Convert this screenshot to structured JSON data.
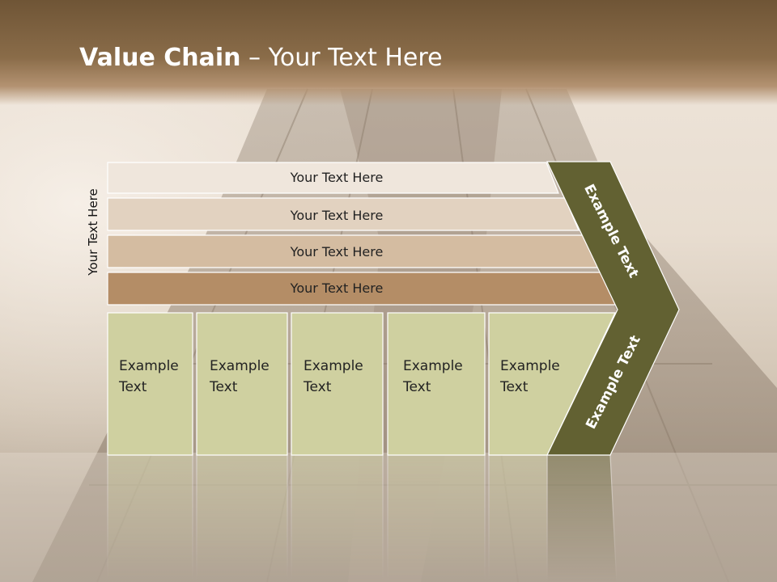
{
  "title": {
    "bold": "Value Chain",
    "rest": " – Your Text Here"
  },
  "side_label": "Your Text Here",
  "rows": [
    {
      "label": "Your Text Here",
      "color": "#efe6dc"
    },
    {
      "label": "Your Text Here",
      "color": "#e2d2c0"
    },
    {
      "label": "Your Text Here",
      "color": "#d4bca1"
    },
    {
      "label": "Your Text Here",
      "color": "#b48d66"
    }
  ],
  "columns": [
    {
      "line1": "Example",
      "line2": "Text"
    },
    {
      "line1": "Example",
      "line2": "Text"
    },
    {
      "line1": "Example",
      "line2": "Text"
    },
    {
      "line1": "Example",
      "line2": "Text"
    },
    {
      "line1": "Example",
      "line2": "Text"
    }
  ],
  "chevron": {
    "top_label": "Example Text",
    "bottom_label": "Example Text",
    "color": "#626132"
  },
  "box_color": "#cfd0a0"
}
